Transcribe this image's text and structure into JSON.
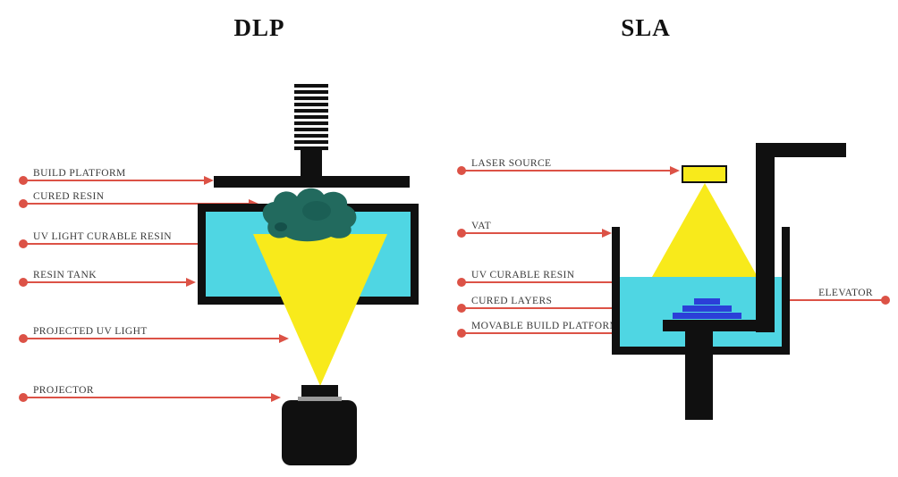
{
  "colors": {
    "accent_red": "#dc5246",
    "resin_cyan": "#4fd6e3",
    "cured_teal": "#226a5e",
    "uv_yellow": "#f8ea1b",
    "layer_blue": "#2b3fd8",
    "ink_black": "#101010",
    "label_text": "#3a3a3a"
  },
  "dlp": {
    "title": "DLP",
    "labels": [
      {
        "text": "BUILD PLATFORM"
      },
      {
        "text": "CURED RESIN"
      },
      {
        "text": "UV LIGHT CURABLE RESIN"
      },
      {
        "text": "RESIN TANK"
      },
      {
        "text": "PROJECTED UV LIGHT"
      },
      {
        "text": "PROJECTOR"
      }
    ]
  },
  "sla": {
    "title": "SLA",
    "labels": [
      {
        "text": "LASER SOURCE"
      },
      {
        "text": "VAT"
      },
      {
        "text": "UV CURABLE RESIN"
      },
      {
        "text": "CURED LAYERS"
      },
      {
        "text": "MOVABLE BUILD PLATFORM"
      },
      {
        "text": "ELEVATOR"
      }
    ]
  }
}
